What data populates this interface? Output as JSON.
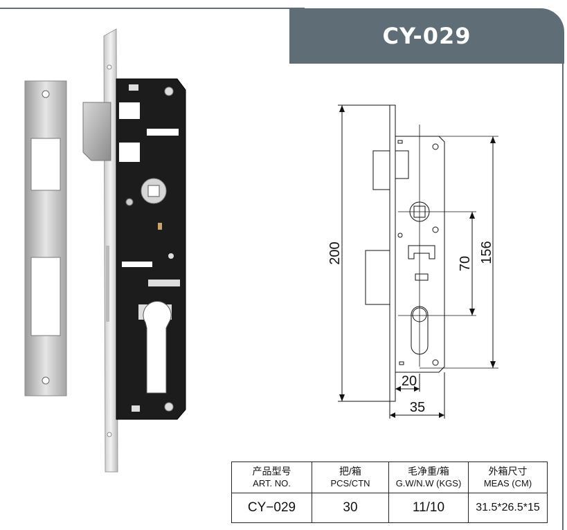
{
  "header": {
    "title": "CY-029"
  },
  "drawing": {
    "dim_total_height": "200",
    "dim_hole_spacing": "70",
    "dim_plate_height": "156",
    "dim_backset": "20",
    "dim_case_width": "35"
  },
  "spec_table": {
    "headers": [
      {
        "cn": "产品型号",
        "en": "ART. NO."
      },
      {
        "cn": "把/箱",
        "en": "PCS/CTN"
      },
      {
        "cn": "毛净重/箱",
        "en": "G.W/N.W (KGS)"
      },
      {
        "cn": "外箱尺寸",
        "en": "MEAS (CM)"
      }
    ],
    "values": [
      "CY−029",
      "30",
      "11/10",
      "31.5*26.5*15"
    ]
  },
  "colors": {
    "header_bg": "#5f6d76",
    "lock_body": "#1c1c1c",
    "steel": "#c9c9c9"
  }
}
